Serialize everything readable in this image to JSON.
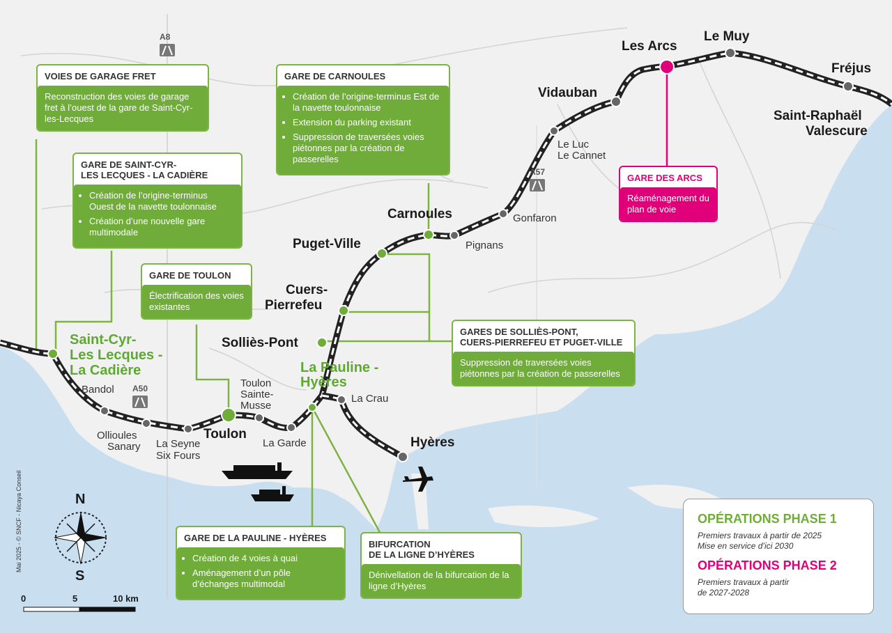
{
  "cities": {
    "les_arcs": "Les Arcs",
    "le_muy": "Le Muy",
    "frejus": "Fréjus",
    "saint_raphael": "Saint-Raphaël",
    "valescure": "Valescure",
    "vidauban": "Vidauban",
    "le_luc": "Le Luc",
    "le_cannet": "Le Cannet",
    "gonfaron": "Gonfaron",
    "pignans": "Pignans",
    "carnoules": "Carnoules",
    "puget_ville": "Puget-Ville",
    "cuers": "Cuers-",
    "pierrefeu": "Pierrefeu",
    "sollies_pont": "Solliès-Pont",
    "la_pauline_1": "La Pauline -",
    "la_pauline_2": "Hyères",
    "la_crau": "La Crau",
    "hyeres": "Hyères",
    "toulon": "Toulon",
    "toulon_sm_1": "Toulon",
    "toulon_sm_2": "Sainte-",
    "toulon_sm_3": "Musse",
    "la_garde": "La Garde",
    "la_seyne": "La Seyne",
    "six_fours": "Six Fours",
    "ollioules": "Ollioules",
    "sanary": "Sanary",
    "bandol": "Bandol",
    "stcyr_1": "Saint-Cyr-",
    "stcyr_2": "Les Lecques -",
    "stcyr_3": "La Cadière"
  },
  "motorways": {
    "a8": "A8",
    "a57": "A57",
    "a50": "A50"
  },
  "boxes": {
    "fret": {
      "title": "VOIES DE GARAGE FRET",
      "text": "Reconstruction des voies de garage fret à l’ouest de la gare de Saint-Cyr-les-Lecques"
    },
    "stcyr": {
      "title1": "GARE DE SAINT-CYR-",
      "title2": "LES LECQUES - LA CADIÈRE",
      "items": [
        "Création de l’origine-terminus Ouest de la navette toulonnaise",
        "Création d’une nouvelle gare multimodale"
      ]
    },
    "toulon": {
      "title": "GARE DE TOULON",
      "text": "Électrification des voies existantes"
    },
    "carnoules": {
      "title": "GARE DE CARNOULES",
      "items": [
        "Création de l’origine-terminus Est de la navette toulonnaise",
        "Extension du parking existant",
        "Suppression de traversées voies piétonnes par la création de passerelles"
      ]
    },
    "arcs": {
      "title": "GARE DES ARCS",
      "text": "Réaménagement du plan de voie"
    },
    "sollies": {
      "title1": "GARES DE SOLLIÈS-PONT,",
      "title2": "CUERS-PIERREFEU ET PUGET-VILLE",
      "text": "Suppression de traversées voies piétonnes par la création de passerelles"
    },
    "pauline": {
      "title": "GARE DE LA PAULINE - HYÈRES",
      "items": [
        "Création de 4 voies à quai",
        "Aménagement d’un pôle d’échanges multimodal"
      ]
    },
    "bifurcation": {
      "title1": "BIFURCATION",
      "title2": "DE LA LIGNE D’HYÈRES",
      "text": "Dénivellation de la bifurcation de la ligne d’Hyères"
    }
  },
  "legend": {
    "phase1_title": "OPÉRATIONS PHASE 1",
    "phase1_line1": "Premiers travaux à partir de 2025",
    "phase1_line2": "Mise en service d’ici 2030",
    "phase2_title": "OPÉRATIONS PHASE 2",
    "phase2_line1": "Premiers travaux à partir",
    "phase2_line2": "de 2027-2028"
  },
  "compass": {
    "n": "N",
    "s": "S"
  },
  "scale": {
    "l0": "0",
    "l5": "5",
    "l10": "10 km"
  },
  "credit": "Mai 2025 - © SNCF - Nicaya Conseil",
  "colors": {
    "phase1": "#6fac3a",
    "phase2": "#e0007a",
    "sea": "#c9dff0",
    "land": "#f2f2f2"
  }
}
